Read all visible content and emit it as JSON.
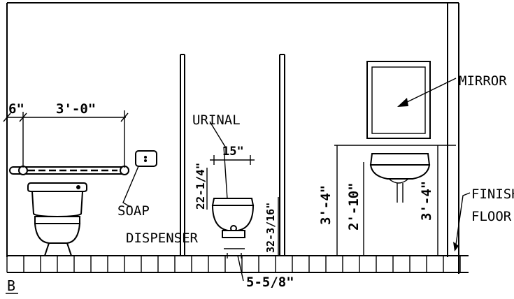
{
  "drawing": {
    "section_label": "B",
    "fixtures": {
      "urinal_label": "URINAL",
      "mirror_label": "MIRROR",
      "soap_label_line1": "SOAP",
      "soap_label_line2": "DISPENSER",
      "finish_floor_line1": "FINISH",
      "finish_floor_line2": "FLOOR"
    },
    "dimensions": {
      "grab_bar_offset": "6\"",
      "grab_bar_length": "3'-0\"",
      "urinal_projection": "15\"",
      "urinal_height": "22-1/4\"",
      "urinal_rim": "32-3/16\"",
      "urinal_gap": "5-5/8\"",
      "lav_height_left": "3'-4\"",
      "lav_clearance": "2'-10\"",
      "lav_height_right": "3'-4\""
    }
  }
}
